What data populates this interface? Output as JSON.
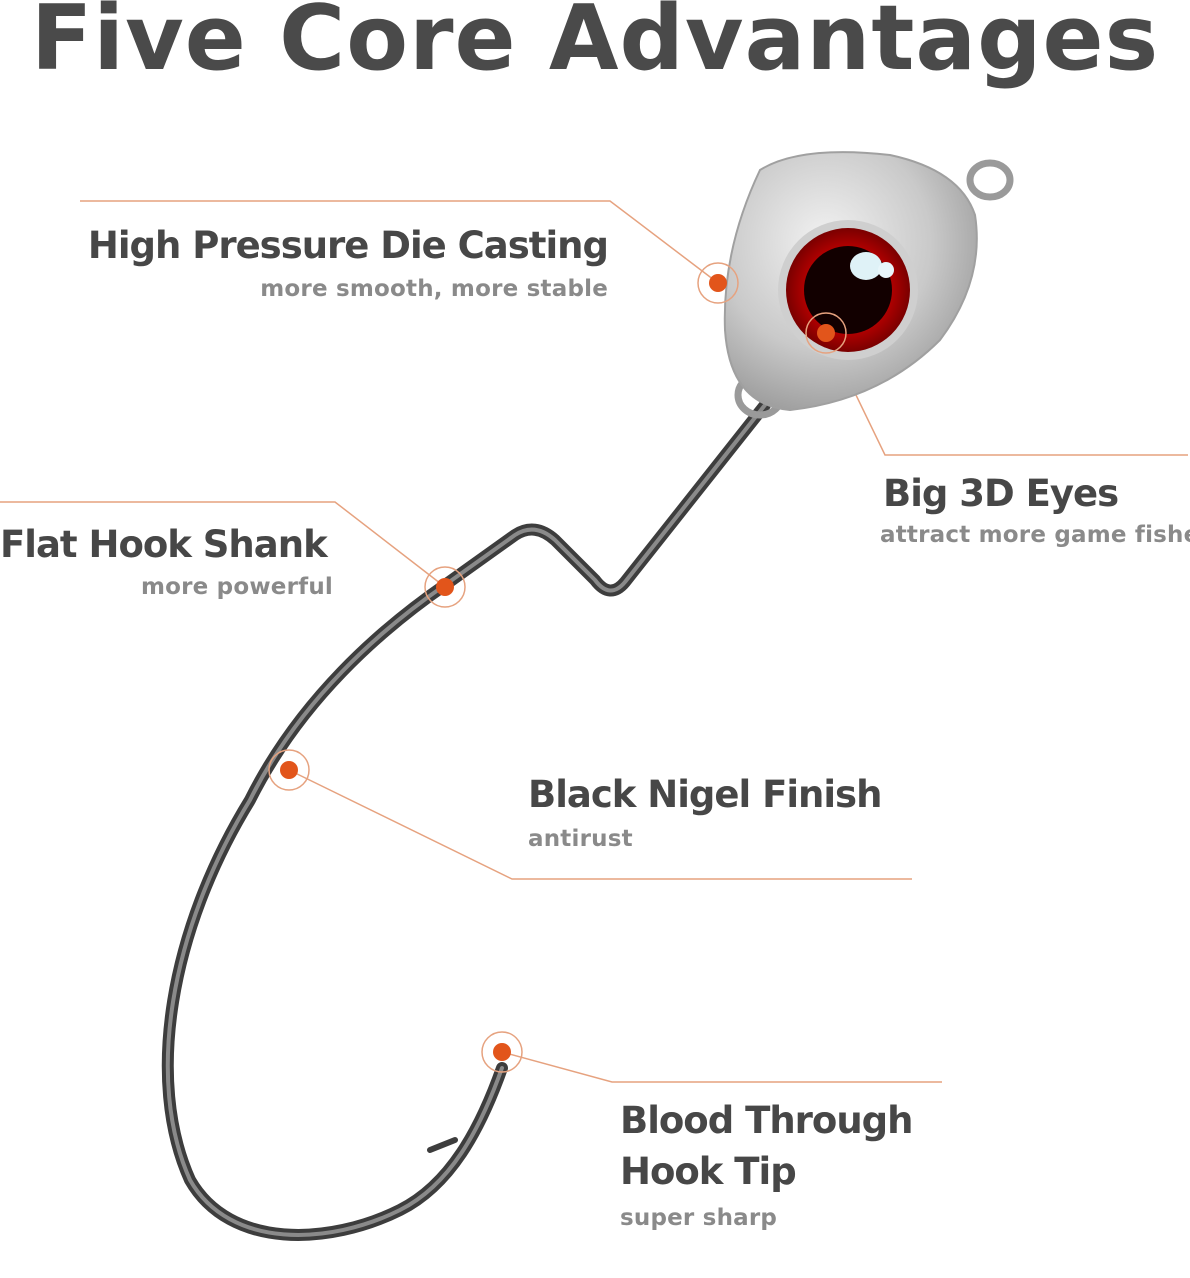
{
  "title": "Five Core Advantages",
  "colors": {
    "accent": "#e2551b",
    "line": "#e6a27f",
    "heading": "#474747",
    "subtext": "#8a8a8a"
  },
  "features": [
    {
      "title": "High Pressure Die Casting",
      "subtitle": "more smooth, more stable"
    },
    {
      "title": "Big 3D Eyes",
      "subtitle": "attract more game fishes"
    },
    {
      "title": "Flat Hook Shank",
      "subtitle": "more powerful"
    },
    {
      "title": "Black Nigel Finish",
      "subtitle": "antirust"
    },
    {
      "title_line1": "Blood Through",
      "title_line2": "Hook Tip",
      "subtitle": "super sharp"
    }
  ]
}
